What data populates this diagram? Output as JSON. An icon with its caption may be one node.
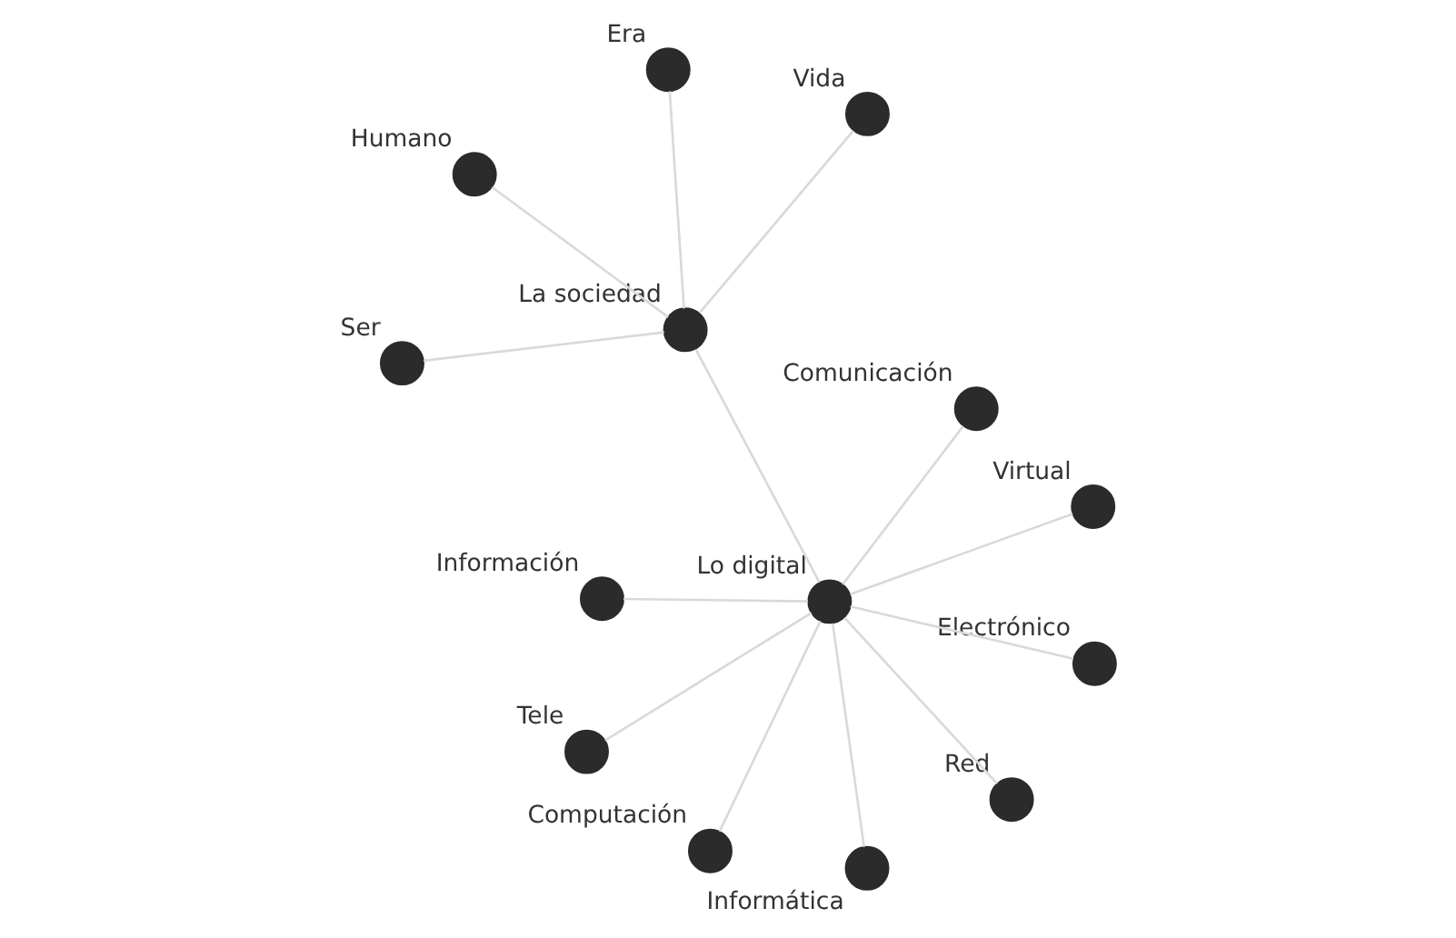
{
  "diagram": {
    "nodes": [
      {
        "text": [
          "La sociedad"
        ]
      },
      {
        "text": [
          "Vida"
        ]
      },
      {
        "text": [
          "Ser"
        ]
      },
      {
        "text": [
          "Humano"
        ]
      },
      {
        "text": [
          "Era"
        ]
      },
      {
        "text": [
          "Lo digital"
        ]
      },
      {
        "text": [
          "Tele"
        ]
      },
      {
        "text": [
          "Electrónico"
        ]
      },
      {
        "text": [
          "Computación"
        ]
      },
      {
        "text": [
          "Red"
        ]
      },
      {
        "text": [
          "Informática"
        ]
      },
      {
        "text": [
          "Información"
        ]
      },
      {
        "text": [
          "Virtual"
        ]
      },
      {
        "text": [
          "Comunicación"
        ]
      }
    ],
    "edges": [
      {
        "from": 0,
        "to": 1,
        "arrow": "none"
      },
      {
        "from": 0,
        "to": 2,
        "arrow": "none"
      },
      {
        "from": 0,
        "to": 3,
        "arrow": "none"
      },
      {
        "from": 0,
        "to": 4,
        "arrow": "none"
      },
      {
        "from": 0,
        "to": 5,
        "arrow": "none"
      },
      {
        "from": 5,
        "to": 6,
        "arrow": "none"
      },
      {
        "from": 5,
        "to": 7,
        "arrow": "none"
      },
      {
        "from": 5,
        "to": 8,
        "arrow": "none"
      },
      {
        "from": 5,
        "to": 9,
        "arrow": "none"
      },
      {
        "from": 5,
        "to": 10,
        "arrow": "none"
      },
      {
        "from": 5,
        "to": 11,
        "arrow": "none"
      },
      {
        "from": 5,
        "to": 12,
        "arrow": "none"
      },
      {
        "from": 5,
        "to": 13,
        "arrow": "none"
      }
    ]
  }
}
